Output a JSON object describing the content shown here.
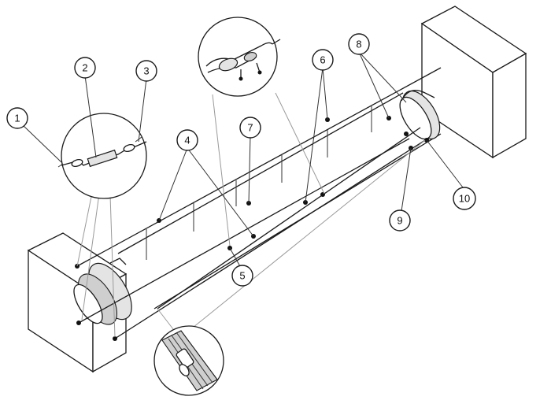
{
  "callouts": [
    {
      "id": "c1",
      "label": "1"
    },
    {
      "id": "c2",
      "label": "2"
    },
    {
      "id": "c3",
      "label": "3"
    },
    {
      "id": "c4",
      "label": "4"
    },
    {
      "id": "c5",
      "label": "5"
    },
    {
      "id": "c6",
      "label": "6"
    },
    {
      "id": "c7",
      "label": "7"
    },
    {
      "id": "c8",
      "label": "8"
    },
    {
      "id": "c9",
      "label": "9"
    },
    {
      "id": "c10",
      "label": "10"
    }
  ],
  "colors": {
    "line": "#1a1a1a",
    "guide": "#9a9a9a",
    "wall": "#ffffff",
    "shade": "#e4e4e4"
  }
}
